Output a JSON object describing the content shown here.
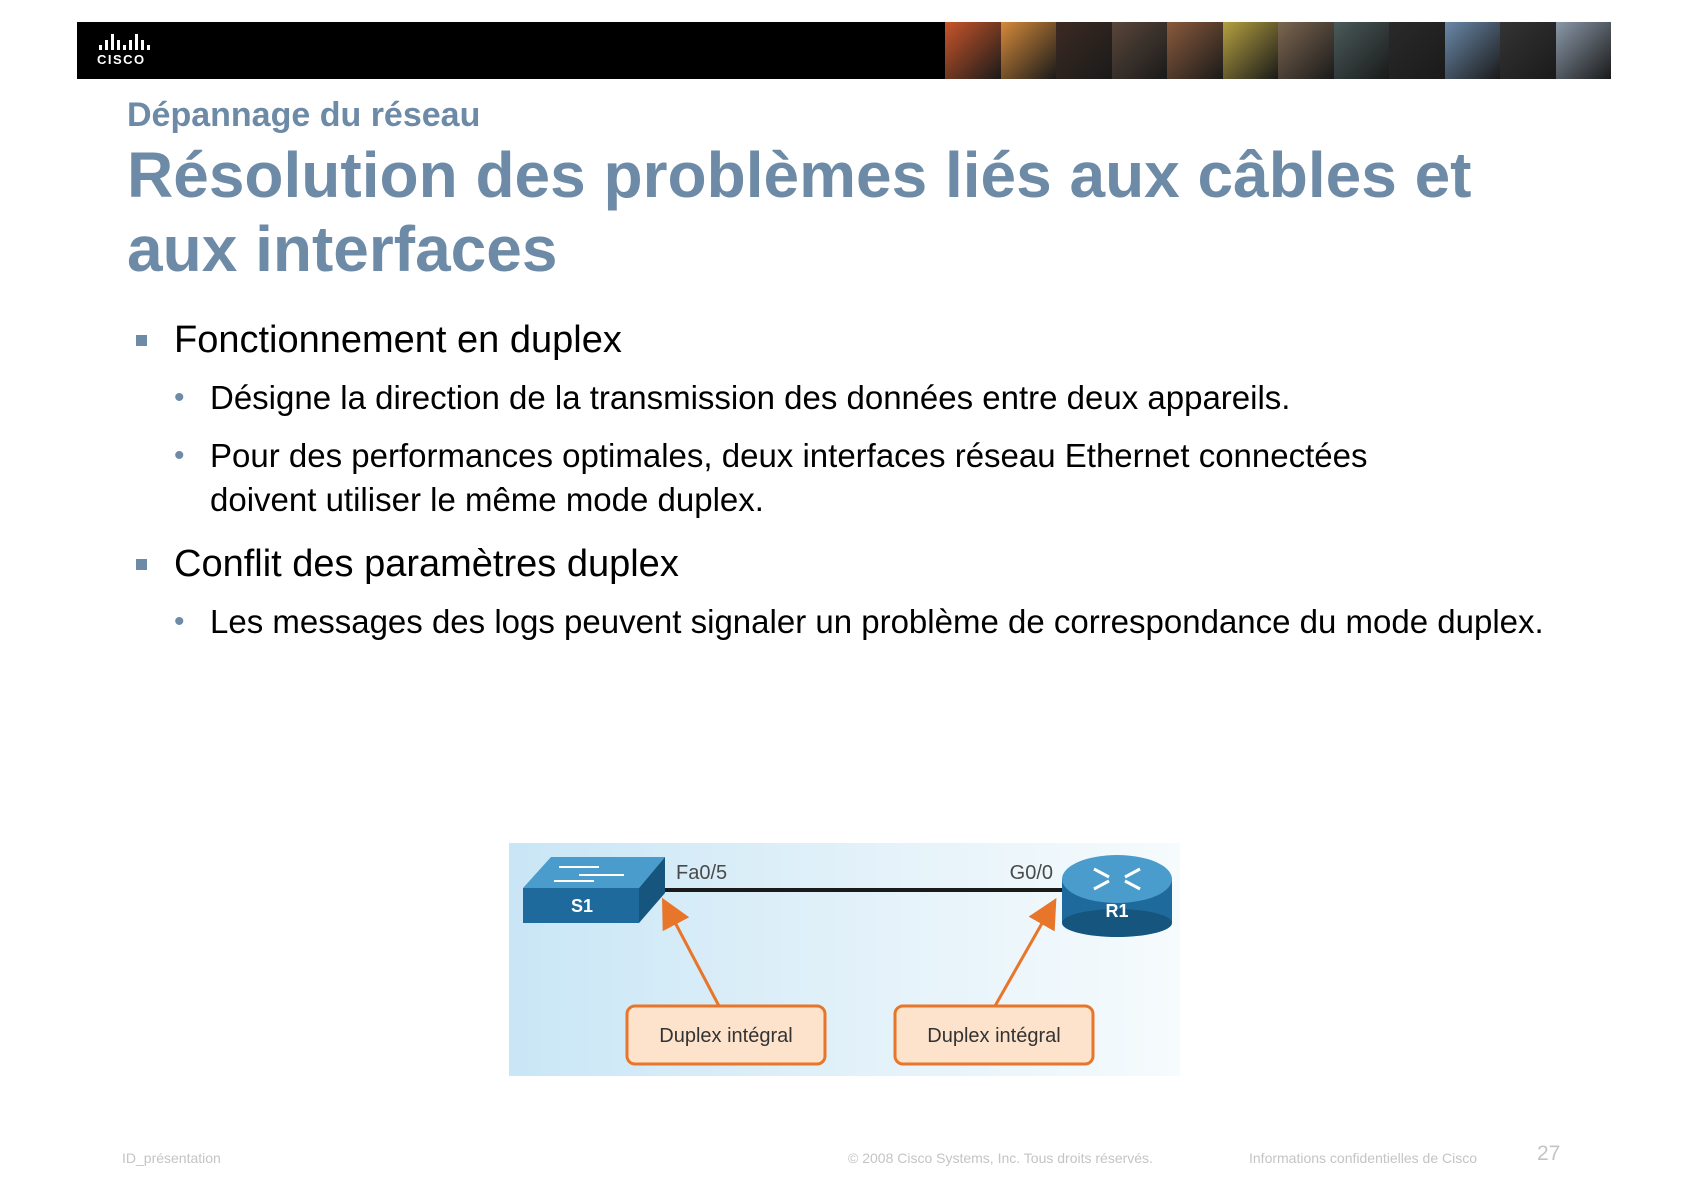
{
  "header": {
    "logo_text": "CISCO",
    "photo_colors": [
      "#c8552a",
      "#d48a3a",
      "#3c2a22",
      "#58463a",
      "#8a5a3c",
      "#b4a040",
      "#7c6650",
      "#4a5a5a",
      "#2a2a2a",
      "#6a88a8",
      "#343434",
      "#8a98a8"
    ]
  },
  "slide": {
    "subtitle": "Dépannage du réseau",
    "title_line1": "Résolution des problèmes liés aux câbles et",
    "title_line2": "aux interfaces",
    "bullets": [
      {
        "text": "Fonctionnement en duplex",
        "sub": [
          "Désigne la direction de la transmission des données entre deux appareils.",
          "Pour des performances optimales, deux interfaces réseau Ethernet connectées doivent utiliser le même mode duplex."
        ]
      },
      {
        "text": "Conflit des paramètres duplex",
        "sub": [
          "Les messages des logs peuvent signaler un problème de correspondance du mode duplex."
        ]
      }
    ]
  },
  "diagram": {
    "switch_label": "S1",
    "router_label": "R1",
    "switch_port": "Fa0/5",
    "router_port": "G0/0",
    "callout_left": "Duplex intégral",
    "callout_right": "Duplex intégral",
    "device_color": "#2a78a8",
    "arrow_color": "#e8762a"
  },
  "footer": {
    "left": "ID_présentation",
    "copyright": "© 2008 Cisco Systems, Inc. Tous droits réservés.",
    "confidential": "Informations confidentielles de Cisco",
    "page_number": "27"
  }
}
